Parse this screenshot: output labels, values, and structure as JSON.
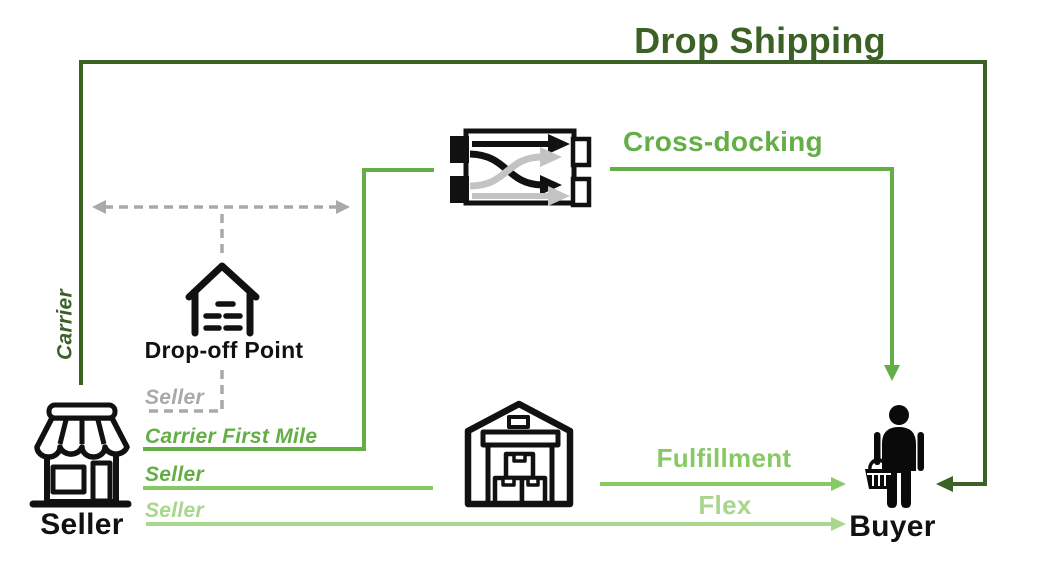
{
  "labels": {
    "drop_shipping": "Drop Shipping",
    "cross_docking": "Cross-docking",
    "fulfillment": "Fulfillment",
    "flex": "Flex",
    "carrier": "Carrier",
    "carrier_first_mile": "Carrier First Mile",
    "seller_dropoff_leg": "Seller",
    "seller_fulfillment_leg": "Seller",
    "seller_flex_leg": "Seller",
    "drop_off_point": "Drop-off Point",
    "seller": "Seller",
    "buyer": "Buyer"
  },
  "colors": {
    "dark-green": "#3C6126",
    "medium-green": "#64AE47",
    "fulfillment-green": "#87C964",
    "flex-green": "#A8D68D",
    "line-gray": "#A9A9A9",
    "icon-gray": "#C3C3C3",
    "text-black": "#111111"
  },
  "icons": {
    "seller": "storefront-icon",
    "buyer": "person-with-basket-icon",
    "warehouse": "warehouse-boxes-icon",
    "cross_dock": "cross-dock-transfer-icon",
    "drop_off_point": "parcel-house-icon"
  }
}
